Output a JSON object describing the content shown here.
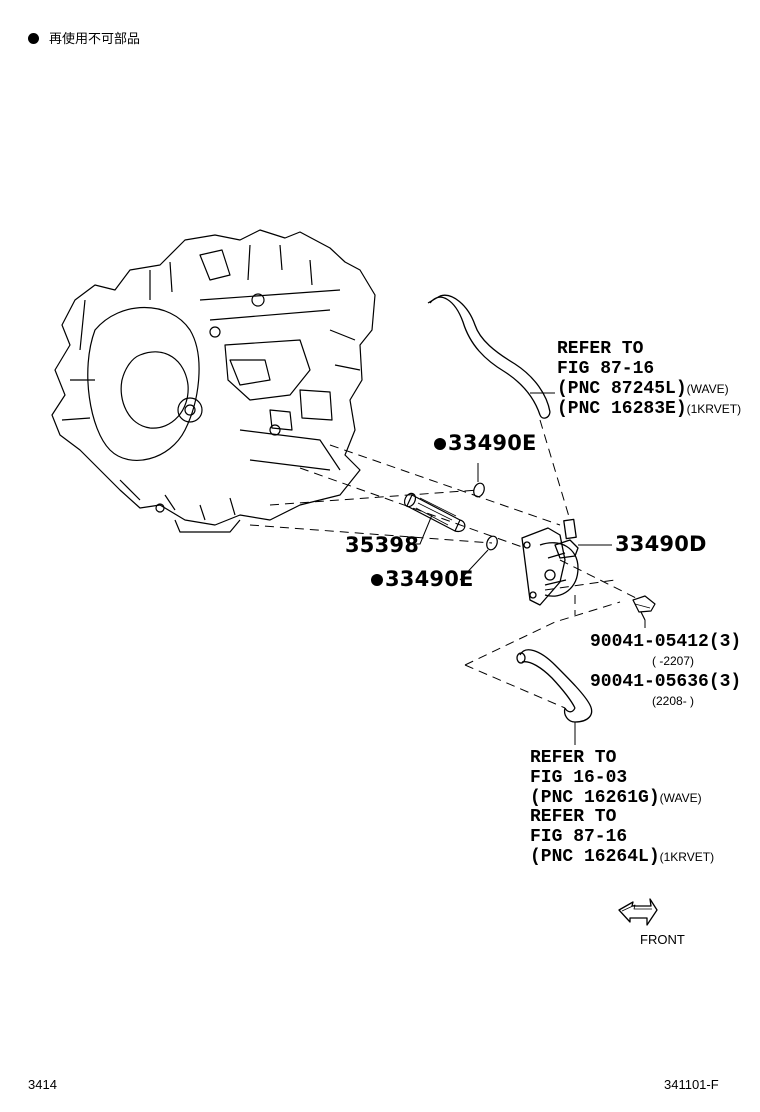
{
  "legend": {
    "text": "再使用不可部品"
  },
  "parts": {
    "gasket_upper": "33490E",
    "gasket_lower": "33490E",
    "valve": "33490D",
    "tube": "35398",
    "bolt_a": "90041-05412(3)",
    "bolt_a_range": "(      -2207)",
    "bolt_b": "90041-05636(3)",
    "bolt_b_range": "(2208-       )"
  },
  "refs": {
    "upper": {
      "line1": "REFER TO",
      "line2": "FIG 87-16",
      "line3": "(PNC 87245L)",
      "line3_tag": "(WAVE)",
      "line4": "(PNC 16283E)",
      "line4_tag": "(1KRVET)"
    },
    "lower": {
      "line1": "REFER TO",
      "line2": "FIG 16-03",
      "line3": "(PNC 16261G)",
      "line3_tag": "(WAVE)",
      "line4": "REFER TO",
      "line5": "FIG 87-16",
      "line6": "(PNC 16264L)",
      "line6_tag": "(1KRVET)"
    }
  },
  "front_label": "FRONT",
  "footer": {
    "left": "3414",
    "right": "341101-F"
  }
}
